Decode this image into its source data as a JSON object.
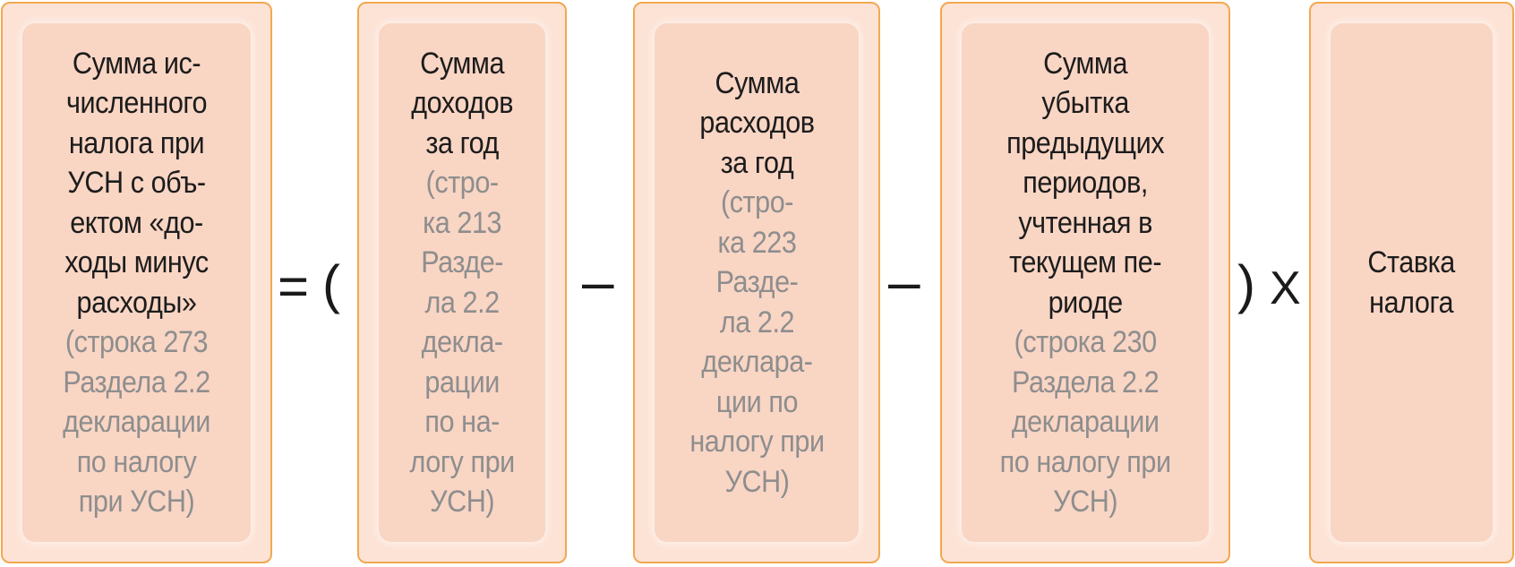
{
  "boxes": [
    {
      "main": "Сумма ис-\nчисленного\nналога при\nУСН с объ-\nектом «до-\nходы минус\nрасходы»",
      "note": "(строка 273\nРаздела 2.2\nдекларации\nпо налогу\nпри УСН)"
    },
    {
      "main": "Сумма\nдоходов\nза год",
      "note": "(стро-\nка 213\nРазде-\nла 2.2\nдекла-\nрации\nпо на-\nлогу при\nУСН)"
    },
    {
      "main": "Сумма\nрасходов\nза год",
      "note": "(стро-\nка 223\nРазде-\nла 2.2\nдеклара-\nции по\nналогу при\nУСН)"
    },
    {
      "main": "Сумма\nубытка\nпредыдущих\nпериодов,\nучтенная в\nтекущем пе-\nриоде",
      "note": "(строка 230\nРаздела 2.2\nдекларации\nпо налогу при\nУСН)"
    },
    {
      "main": "Ставка\nналога",
      "note": ""
    }
  ],
  "operators": {
    "equals": "=",
    "open_paren": "(",
    "minus_1": "–",
    "minus_2": "–",
    "close_paren": ")",
    "multiply": "X"
  }
}
